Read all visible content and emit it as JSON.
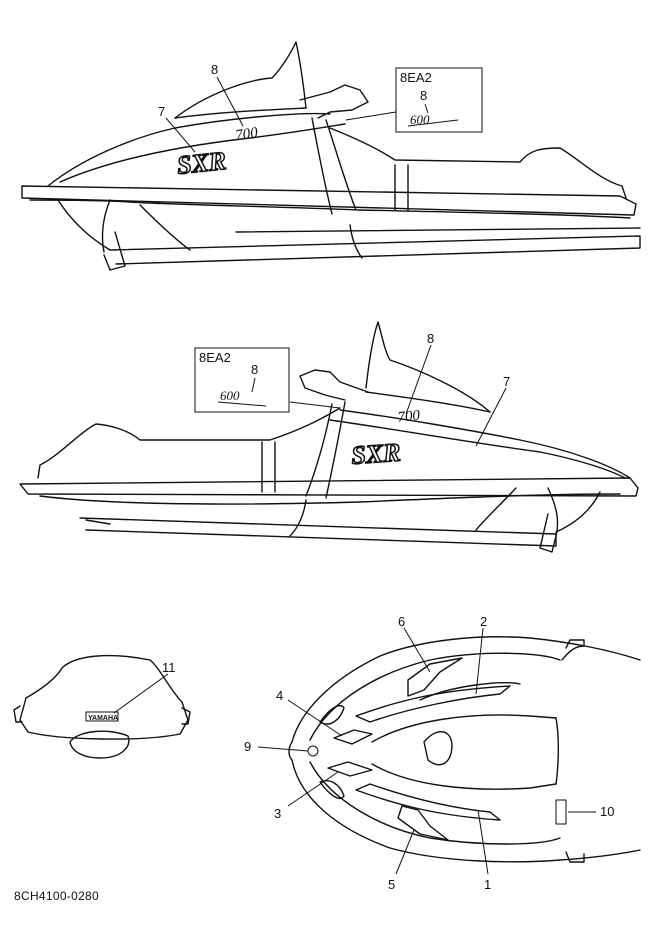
{
  "figure": {
    "part_code": "8CH4100-0280",
    "top_view": {
      "box_label": "8EA2",
      "box_callout": "8",
      "decal_700": "700",
      "decal_sxr": "SXR",
      "decal_box": "600",
      "callouts": [
        "8",
        "7"
      ]
    },
    "middle_view": {
      "box_label": "8EA2",
      "box_callout": "8",
      "decal_700": "700",
      "decal_sxr": "SXR",
      "decal_box": "600",
      "callouts": [
        "8",
        "7"
      ]
    },
    "windshield": {
      "callout": "11",
      "brand": "YAMAHA"
    },
    "hood_view": {
      "callouts": [
        "6",
        "2",
        "4",
        "9",
        "3",
        "5",
        "1",
        "10"
      ]
    }
  }
}
